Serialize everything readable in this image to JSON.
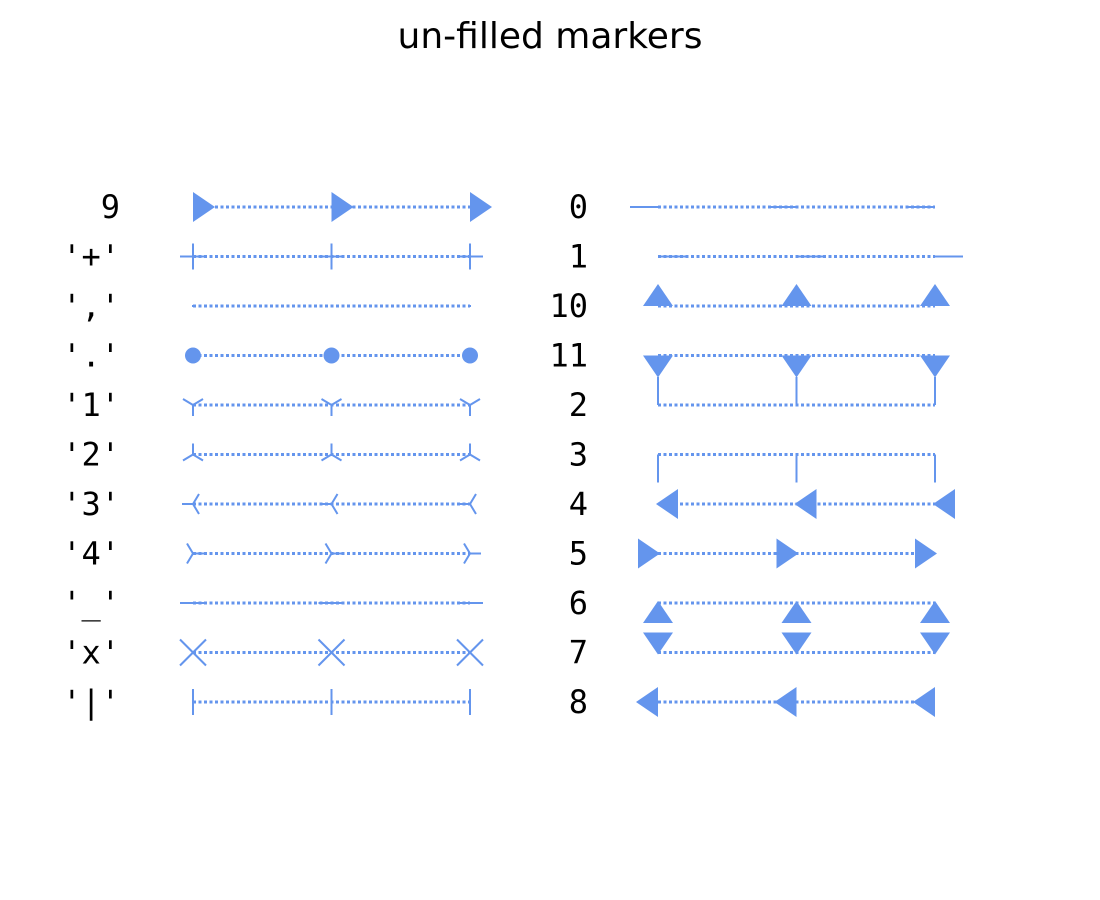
{
  "chart_data": {
    "type": "scatter",
    "title": "un-filled markers",
    "color": "#6495ed",
    "linestyle": "dotted",
    "x": [
      0,
      1,
      2
    ],
    "grid": false,
    "axes_visible": false,
    "columns": [
      {
        "rows": [
          {
            "label": "9",
            "marker": "caretrightbase"
          },
          {
            "label": "'+'",
            "marker": "plus"
          },
          {
            "label": "','",
            "marker": "pixel"
          },
          {
            "label": "'.'",
            "marker": "point"
          },
          {
            "label": "'1'",
            "marker": "tri_down"
          },
          {
            "label": "'2'",
            "marker": "tri_up"
          },
          {
            "label": "'3'",
            "marker": "tri_left"
          },
          {
            "label": "'4'",
            "marker": "tri_right"
          },
          {
            "label": "'_'",
            "marker": "hline"
          },
          {
            "label": "'x'",
            "marker": "x"
          },
          {
            "label": "'|'",
            "marker": "vline"
          }
        ]
      },
      {
        "rows": [
          {
            "label": "0",
            "marker": "tickleft"
          },
          {
            "label": "1",
            "marker": "tickright"
          },
          {
            "label": "10",
            "marker": "caretupbase"
          },
          {
            "label": "11",
            "marker": "caretdownbase"
          },
          {
            "label": "2",
            "marker": "tickup"
          },
          {
            "label": "3",
            "marker": "tickdown"
          },
          {
            "label": "4",
            "marker": "caretleft"
          },
          {
            "label": "5",
            "marker": "caretright"
          },
          {
            "label": "6",
            "marker": "caretup"
          },
          {
            "label": "7",
            "marker": "caretdown"
          },
          {
            "label": "8",
            "marker": "caretleftbase"
          }
        ]
      }
    ]
  }
}
